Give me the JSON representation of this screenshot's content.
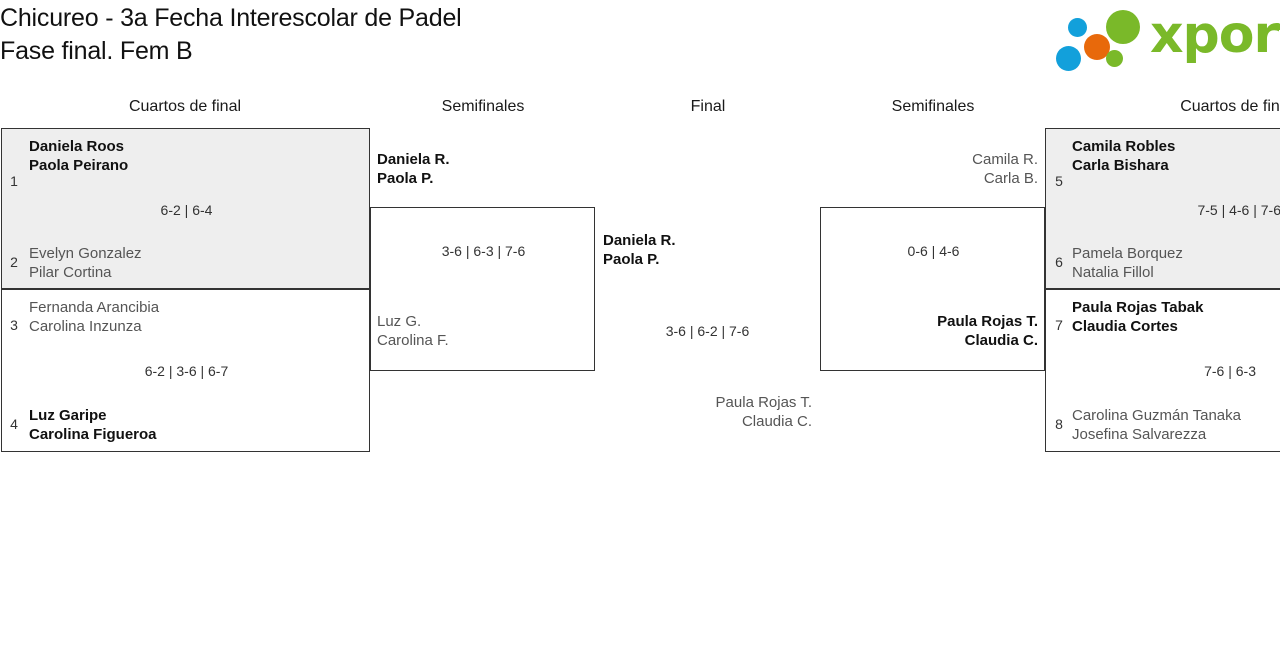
{
  "header": {
    "title_line1": "Chicureo - 3a Fecha Interescolar de Padel",
    "title_line2": "Fase final. Fem B",
    "logo_text": "xporty"
  },
  "rounds": [
    {
      "label": "Cuartos de final"
    },
    {
      "label": "Semifinales"
    },
    {
      "label": "Final"
    },
    {
      "label": "Semifinales"
    },
    {
      "label": "Cuartos de fin"
    }
  ],
  "colors": {
    "accent_green": "#7ab929",
    "accent_blue": "#12a0db",
    "accent_orange": "#e8690b",
    "box_border": "#333333",
    "box_fill": "#eeeeee",
    "winner_text": "#111111",
    "loser_text": "#555555"
  },
  "matches": {
    "qf_left_top": {
      "seed_top": "1",
      "top_p1": "Daniela Roos",
      "top_p2": "Paola Peirano",
      "seed_bottom": "2",
      "bottom_p1": "Evelyn Gonzalez",
      "bottom_p2": "Pilar Cortina",
      "score": "6-2 | 6-4"
    },
    "qf_left_bottom": {
      "seed_top": "3",
      "top_p1": "Fernanda Arancibia",
      "top_p2": "Carolina Inzunza",
      "seed_bottom": "4",
      "bottom_p1": "Luz Garipe",
      "bottom_p2": "Carolina Figueroa",
      "score": "6-2 | 3-6 | 6-7"
    },
    "sf_left": {
      "top_p1": "Daniela R.",
      "top_p2": "Paola P.",
      "bottom_p1": "Luz G.",
      "bottom_p2": "Carolina F.",
      "score": "3-6 | 6-3 | 7-6"
    },
    "final": {
      "top_p1": "Daniela R.",
      "top_p2": "Paola P.",
      "bottom_p1": "Paula Rojas T.",
      "bottom_p2": "Claudia C.",
      "score": "3-6 | 6-2 | 7-6"
    },
    "sf_right": {
      "top_p1": "Camila R.",
      "top_p2": "Carla B.",
      "bottom_p1": "Paula Rojas T.",
      "bottom_p2": "Claudia C.",
      "score": "0-6 | 4-6"
    },
    "qf_right_top": {
      "seed_top": "5",
      "top_p1": "Camila Robles",
      "top_p2": "Carla Bishara",
      "seed_bottom": "6",
      "bottom_p1": "Pamela Borquez",
      "bottom_p2": "Natalia Fillol",
      "score": "7-5 | 4-6 | 7-6"
    },
    "qf_right_bottom": {
      "seed_top": "7",
      "top_p1": "Paula Rojas Tabak",
      "top_p2": "Claudia Cortes",
      "seed_bottom": "8",
      "bottom_p1": "Carolina Guzmán Tanaka",
      "bottom_p2": "Josefina Salvarezza",
      "score": "7-6 | 6-3"
    }
  }
}
